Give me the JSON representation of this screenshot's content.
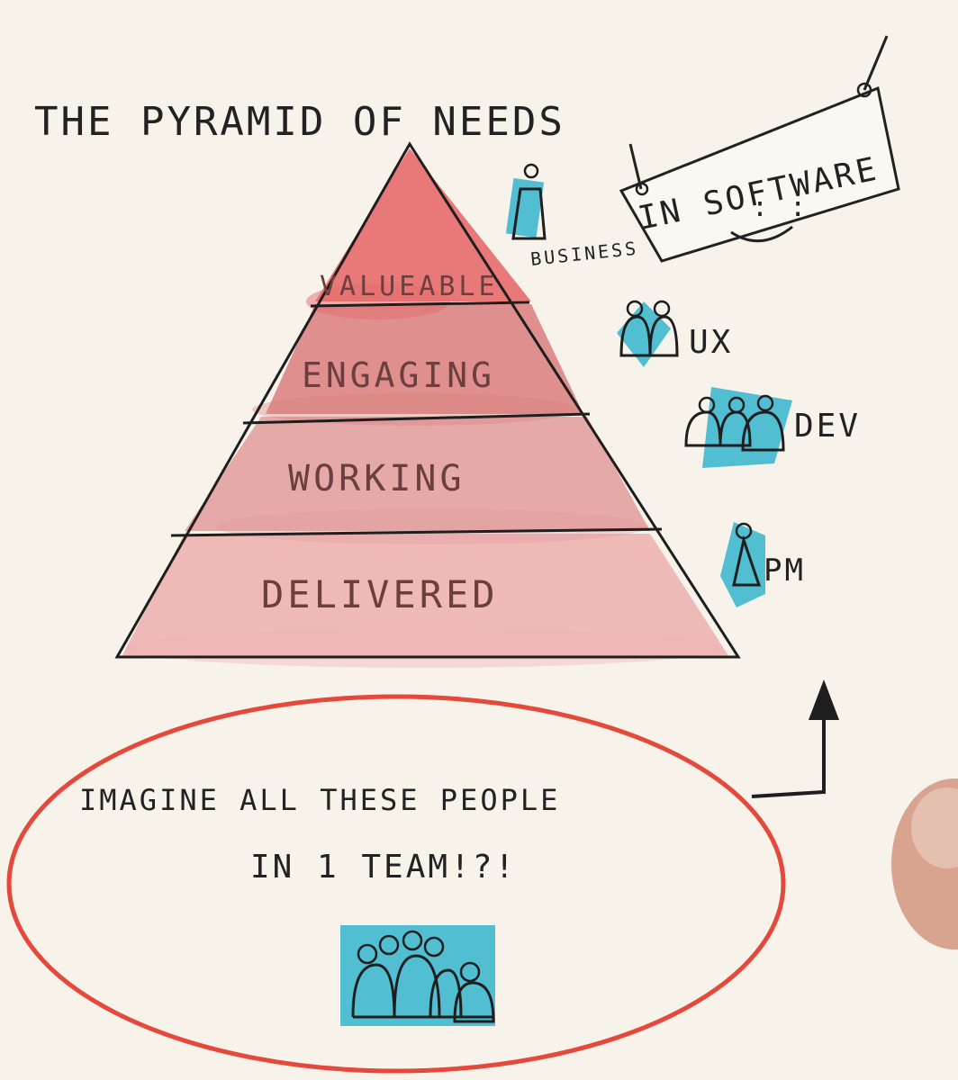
{
  "title_line": "THE PYRAMID OF NEEDS",
  "sign_text": "IN SOFTWARE",
  "sign_smiley": ": :",
  "pyramid": {
    "layers": [
      {
        "label": "VALUEABLE"
      },
      {
        "label": "ENGAGING"
      },
      {
        "label": "WORKING"
      },
      {
        "label": "DELIVERED"
      }
    ]
  },
  "roles": [
    {
      "label": "BUSINESS",
      "icon": "single-person-icon"
    },
    {
      "label": "UX",
      "icon": "two-people-icon"
    },
    {
      "label": "DEV",
      "icon": "three-people-icon"
    },
    {
      "label": "PM",
      "icon": "single-person-icon"
    }
  ],
  "callout": {
    "line1": "IMAGINE ALL THESE PEOPLE",
    "line2": "IN 1 TEAM!?!",
    "icon": "team-group-icon"
  },
  "colors": {
    "paper": "#f7f2ea",
    "pyramid_top": "#e56b6b",
    "pyramid_2": "#d97e7e",
    "pyramid_3": "#e29c9c",
    "pyramid_4": "#edb2b2",
    "people_cyan": "#3fb8cf",
    "ellipse_red": "#e4493c",
    "ink": "#1e1e1e"
  }
}
